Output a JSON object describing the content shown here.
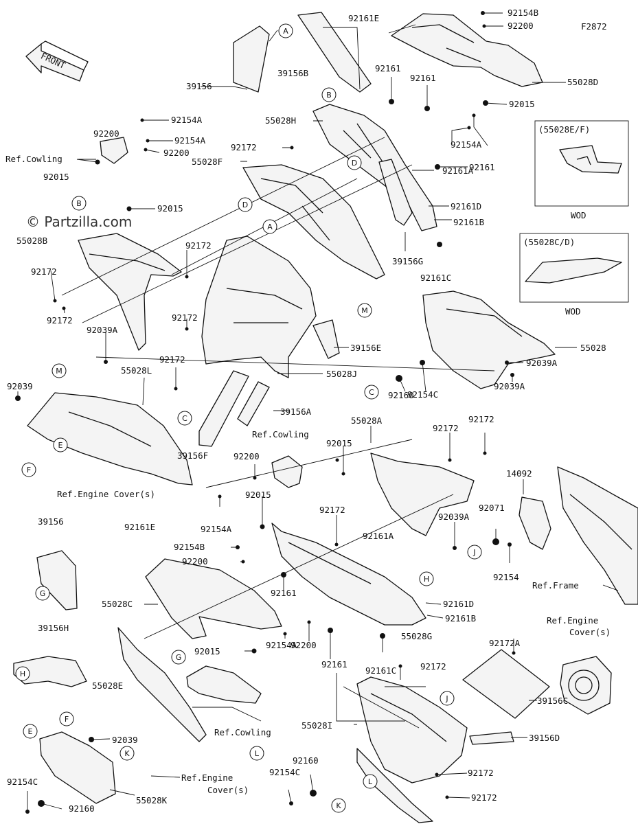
{
  "diagram_code": "F2872",
  "watermark": "© Partzilla.com",
  "front_arrow": "FRONT",
  "wod_boxes": [
    {
      "title": "(55028E/F)",
      "caption": "WOD"
    },
    {
      "title": "(55028C/D)",
      "caption": "WOD"
    }
  ],
  "labels": {
    "l01": "92161E",
    "l02": "92154B",
    "l03": "92200",
    "l04": "39156B",
    "l05": "39156",
    "l06": "92161",
    "l07": "92161",
    "l08": "55028D",
    "l09": "92015",
    "l10": "55028H",
    "l11": "92154A",
    "l12": "92200",
    "l13": "92154A",
    "l14": "92154A",
    "l15": "92200",
    "l16": "Ref.Cowling",
    "l17": "92015",
    "l18": "92172",
    "l19": "55028F",
    "l20": "92161A",
    "l21": "92161",
    "l22": "92161D",
    "l23": "92161B",
    "l24": "92015",
    "l25": "55028B",
    "l26": "39156G",
    "l27": "92172",
    "l28": "92161C",
    "l29": "92172",
    "l30": "92172",
    "l31": "92039A",
    "l32": "92172",
    "l33": "55028",
    "l34": "92172",
    "l35": "39156E",
    "l36": "92039A",
    "l37": "55028J",
    "l38": "92039",
    "l39": "55028L",
    "l40": "92039A",
    "l41": "92160",
    "l42": "92154C",
    "l43": "39156A",
    "l44": "55028A",
    "l45": "Ref.Cowling",
    "l46": "92015",
    "l47": "92172",
    "l48": "92172",
    "l49": "39156F",
    "l50": "92200",
    "l51": "Ref.Engine Cover(s)",
    "l52": "92015",
    "l53": "14092",
    "l54": "92071",
    "l55": "92154A",
    "l56": "92172",
    "l57": "92039A",
    "l58": "39156",
    "l59": "92161E",
    "l60": "92161A",
    "l61": "92154B",
    "l62": "92200",
    "l63": "92154",
    "l64": "Ref.Frame",
    "l65": "55028C",
    "l66": "92161",
    "l67": "92161D",
    "l68": "92161B",
    "l69": "39156H",
    "l70": "92015",
    "l71": "92154A",
    "l72": "92200",
    "l73": "92161",
    "l74": "55028G",
    "l75": "Ref.Engine",
    "l76": "Cover(s)",
    "l77": "92172A",
    "l78": "92161C",
    "l79": "55028E",
    "l80": "92172",
    "l81": "Ref.Cowling",
    "l82": "39156C",
    "l83": "55028I",
    "l84": "39156D",
    "l85": "92039",
    "l86": "92160",
    "l87": "Ref.Engine",
    "l88": "Cover(s)",
    "l89": "92154C",
    "l90": "92172",
    "l91": "92154C",
    "l92": "92160",
    "l93": "55028K",
    "l94": "92172"
  },
  "callouts": [
    "A",
    "A",
    "B",
    "B",
    "C",
    "C",
    "D",
    "D",
    "E",
    "E",
    "F",
    "F",
    "G",
    "G",
    "H",
    "H",
    "J",
    "J",
    "K",
    "K",
    "L",
    "L",
    "M",
    "M"
  ]
}
